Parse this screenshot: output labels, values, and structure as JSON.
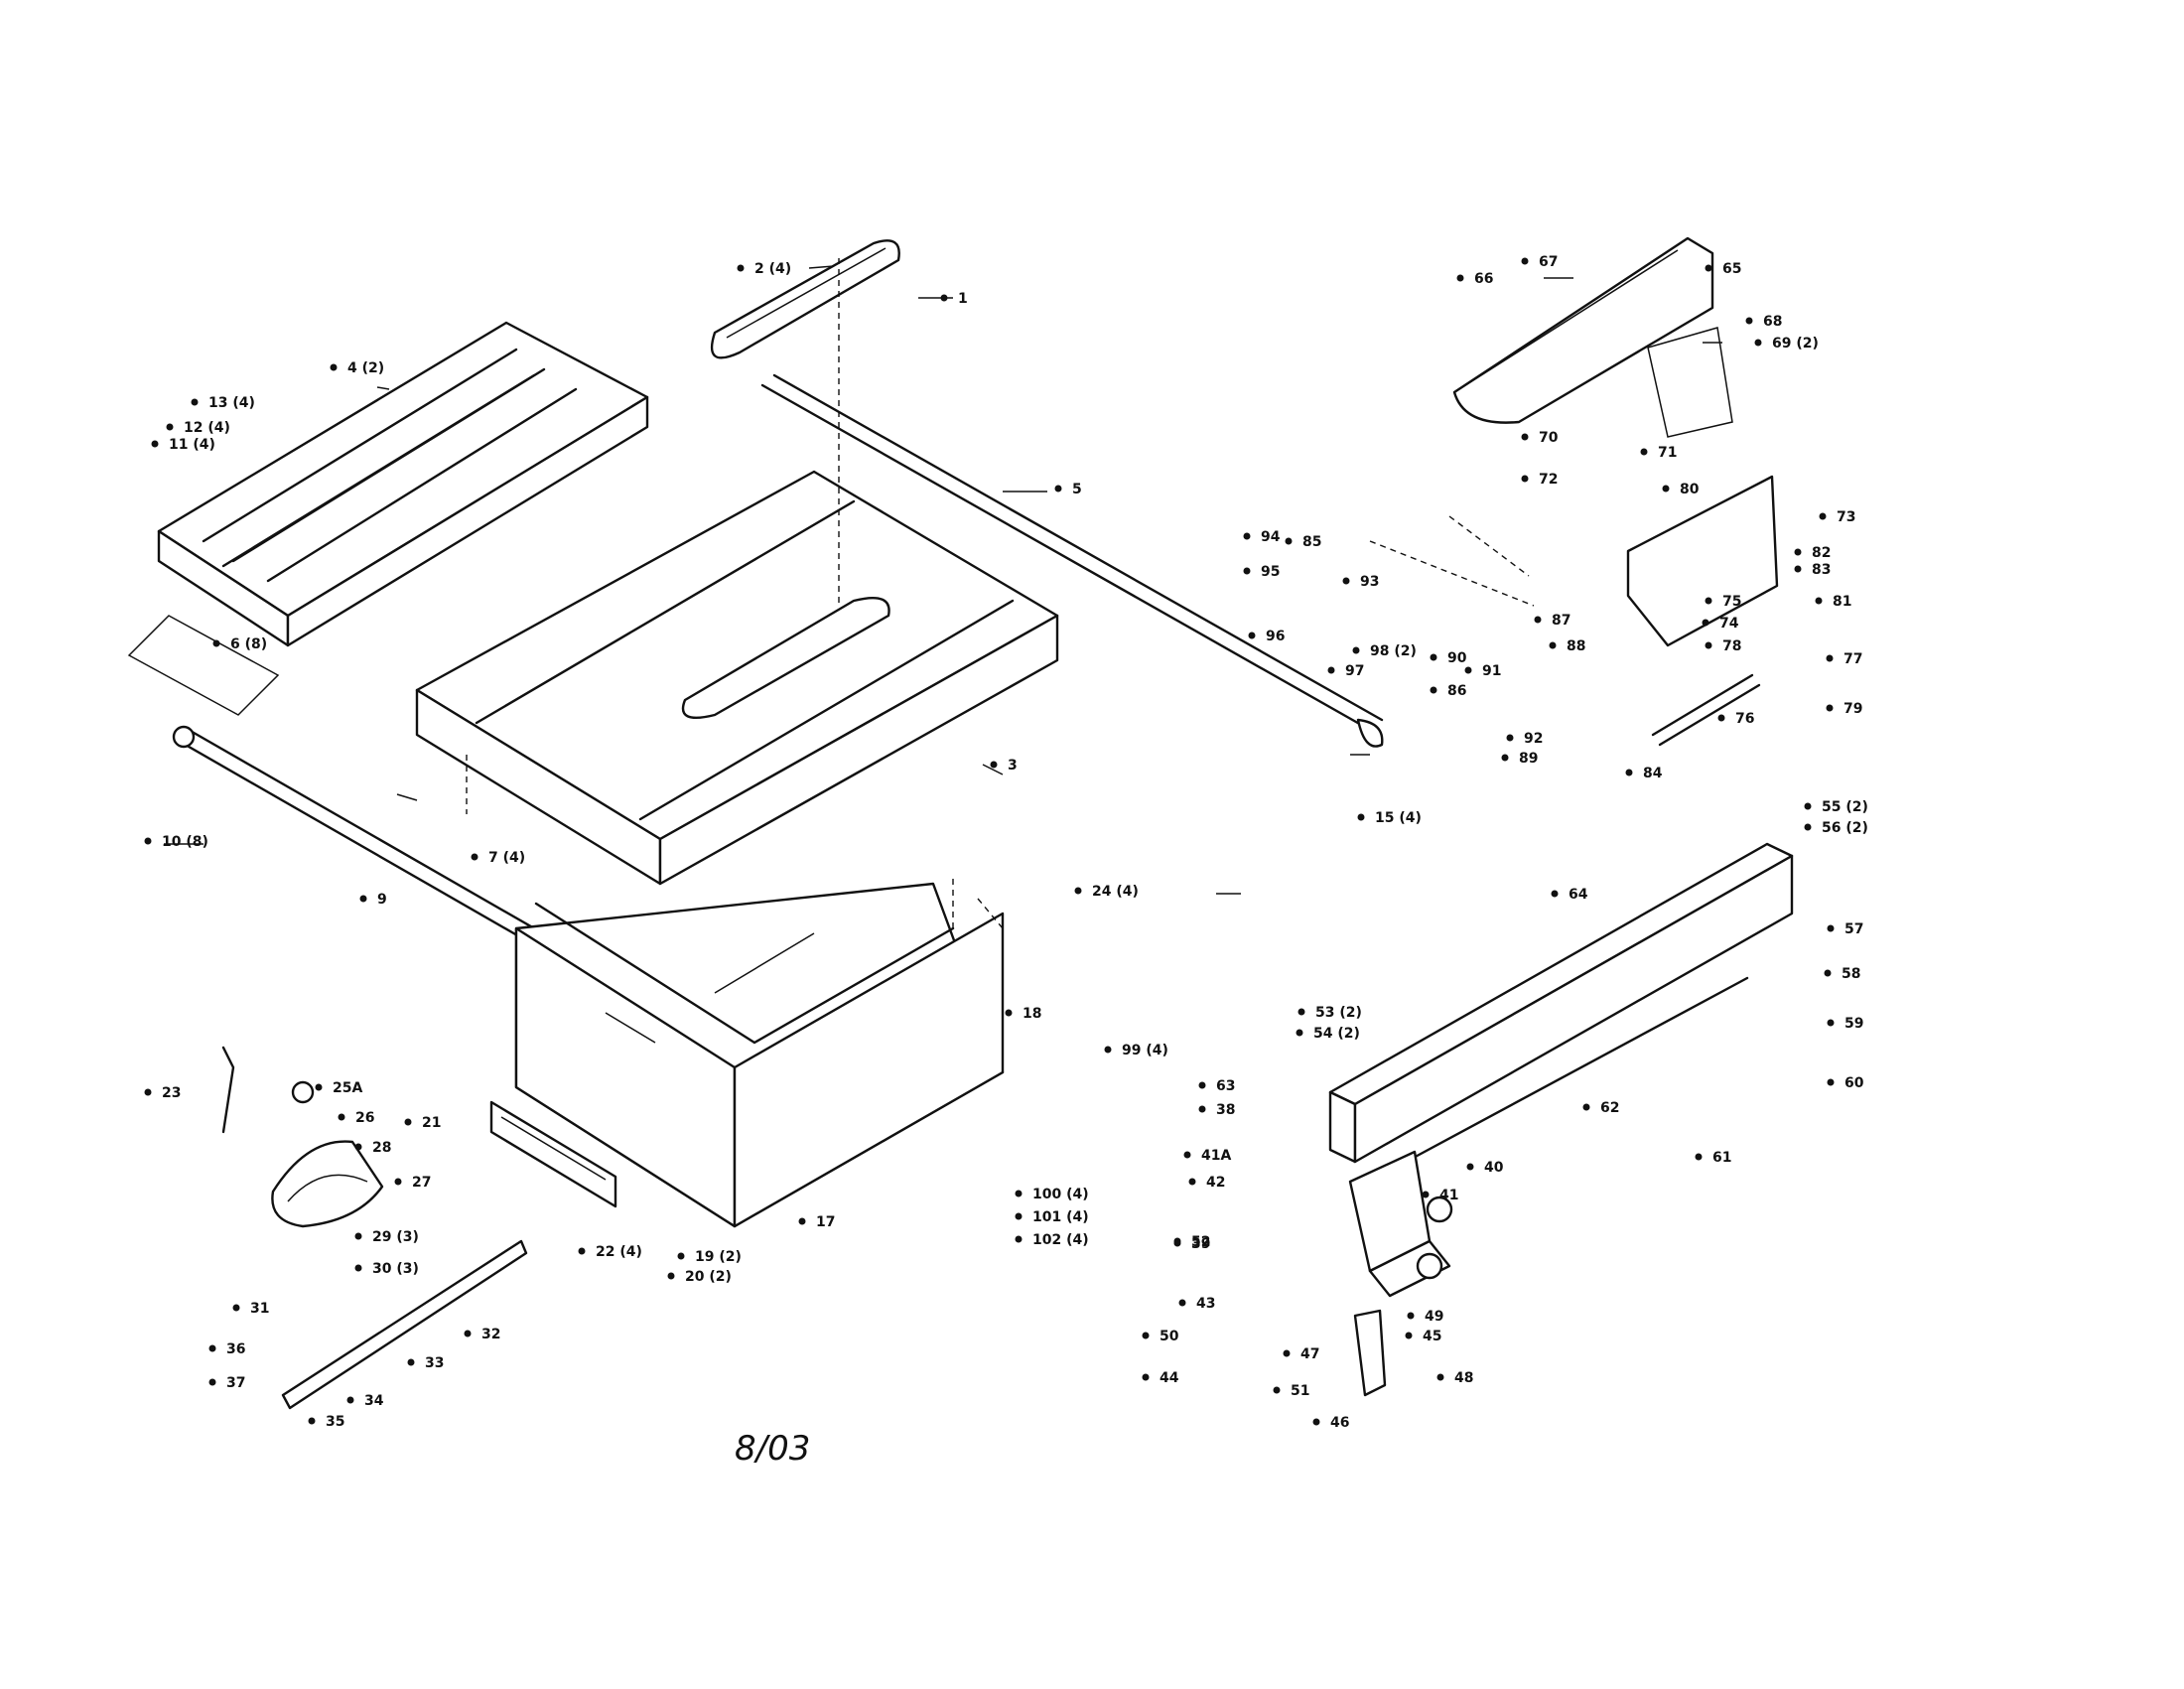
{
  "diagram": {
    "date_note": "8/03",
    "callouts": [
      "1",
      "2 (4)",
      "3",
      "4 (2)",
      "5",
      "6 (8)",
      "7 (4)",
      "9",
      "10 (8)",
      "11 (4)",
      "12 (4)",
      "13 (4)",
      "15 (4)",
      "17",
      "18",
      "19 (2)",
      "20 (2)",
      "21",
      "22 (4)",
      "23",
      "24 (4)",
      "25A",
      "26",
      "27",
      "28",
      "29 (3)",
      "30 (3)",
      "31",
      "32",
      "33",
      "34",
      "35",
      "36",
      "37",
      "38",
      "39",
      "40",
      "41",
      "41A",
      "42",
      "43",
      "44",
      "45",
      "46",
      "47",
      "48",
      "49",
      "50",
      "51",
      "52",
      "53 (2)",
      "54 (2)",
      "55 (2)",
      "56 (2)",
      "57",
      "58",
      "59",
      "60",
      "61",
      "62",
      "63",
      "64",
      "65",
      "66",
      "67",
      "68",
      "69 (2)",
      "70",
      "71",
      "72",
      "73",
      "74",
      "75",
      "76",
      "77",
      "78",
      "79",
      "80",
      "81",
      "82",
      "83",
      "84",
      "85",
      "86",
      "87",
      "88",
      "89",
      "90",
      "91",
      "92",
      "93",
      "94",
      "95",
      "96",
      "97",
      "98 (2)",
      "99 (4)",
      "100 (4)",
      "101 (4)",
      "102 (4)"
    ]
  }
}
